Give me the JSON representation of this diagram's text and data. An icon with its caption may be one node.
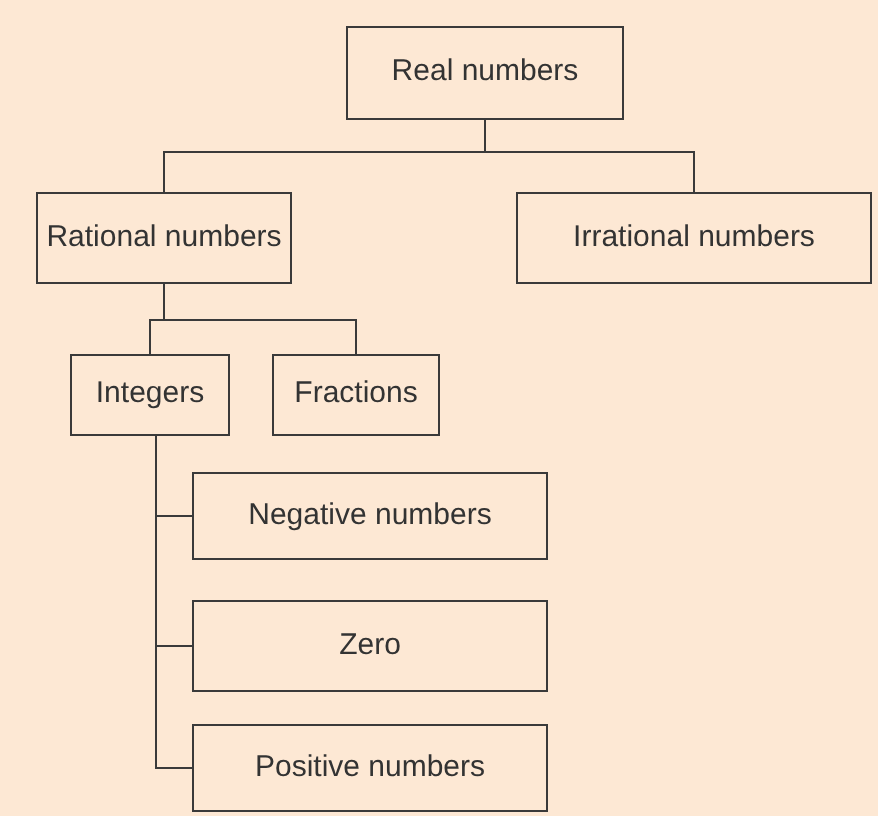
{
  "diagram": {
    "nodes": [
      {
        "text": [
          "Real numbers"
        ]
      },
      {
        "text": [
          "Rational numbers"
        ]
      },
      {
        "text": [
          "Irrational numbers"
        ]
      },
      {
        "text": [
          "Integers"
        ]
      },
      {
        "text": [
          "Fractions"
        ]
      },
      {
        "text": [
          "Negative numbers"
        ]
      },
      {
        "text": [
          "Zero"
        ]
      },
      {
        "text": [
          "Positive numbers"
        ]
      }
    ],
    "edges": [
      {
        "from": 0,
        "to": 1,
        "arrow": "none"
      },
      {
        "from": 0,
        "to": 2,
        "arrow": "none"
      },
      {
        "from": 1,
        "to": 3,
        "arrow": "none"
      },
      {
        "from": 1,
        "to": 4,
        "arrow": "none"
      },
      {
        "from": 3,
        "to": 5,
        "arrow": "none"
      },
      {
        "from": 3,
        "to": 6,
        "arrow": "none"
      },
      {
        "from": 3,
        "to": 7,
        "arrow": "none"
      }
    ]
  }
}
